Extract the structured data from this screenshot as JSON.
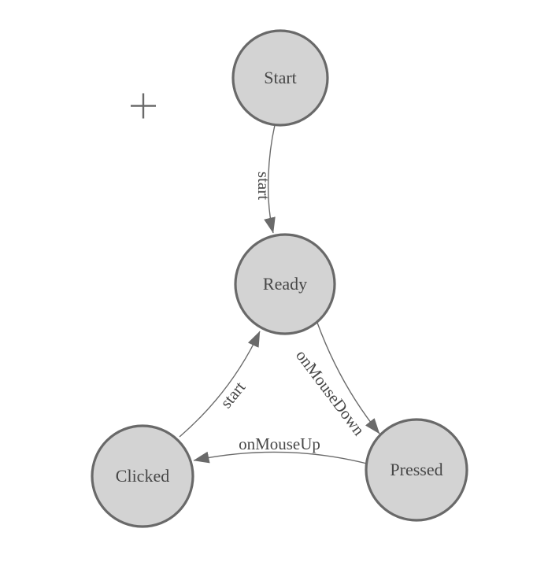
{
  "diagram": {
    "type": "state-machine",
    "colors": {
      "node-fill": "#d3d3d3",
      "node-border": "#696969",
      "edge-color": "#6a6a6a",
      "label-color": "#474747",
      "background": "#ffffff"
    },
    "nodes": [
      {
        "label": "Start"
      },
      {
        "label": "Ready"
      },
      {
        "label": "Clicked"
      },
      {
        "label": "Pressed"
      }
    ],
    "edges": [
      {
        "from": "Start",
        "to": "Ready",
        "label": "start"
      },
      {
        "from": "Ready",
        "to": "Pressed",
        "label": "onMouseDown"
      },
      {
        "from": "Pressed",
        "to": "Clicked",
        "label": "onMouseUp"
      },
      {
        "from": "Clicked",
        "to": "Ready",
        "label": "start"
      }
    ],
    "cursor_icon": "plus-crosshair"
  }
}
